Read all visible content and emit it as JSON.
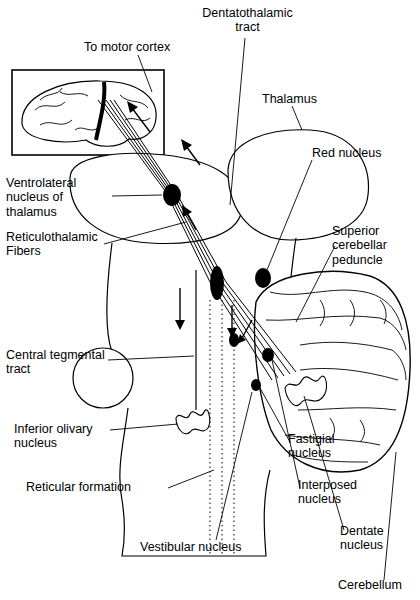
{
  "diagram": {
    "labels": [
      "Dentatothalamic tract",
      "To motor cortex",
      "Thalamus",
      "Red nucleus",
      "Ventrolateral nucleus of thalamus",
      "Superior cerebellar peduncle",
      "Reticulothalamic Fibers",
      "Central tegmental tract",
      "Inferior olivary nucleus",
      "Fastigial nucleus",
      "Reticular formation",
      "Interposed nucleus",
      "Vestibular nucleus",
      "Dentate nucleus",
      "Cerebellum"
    ]
  }
}
